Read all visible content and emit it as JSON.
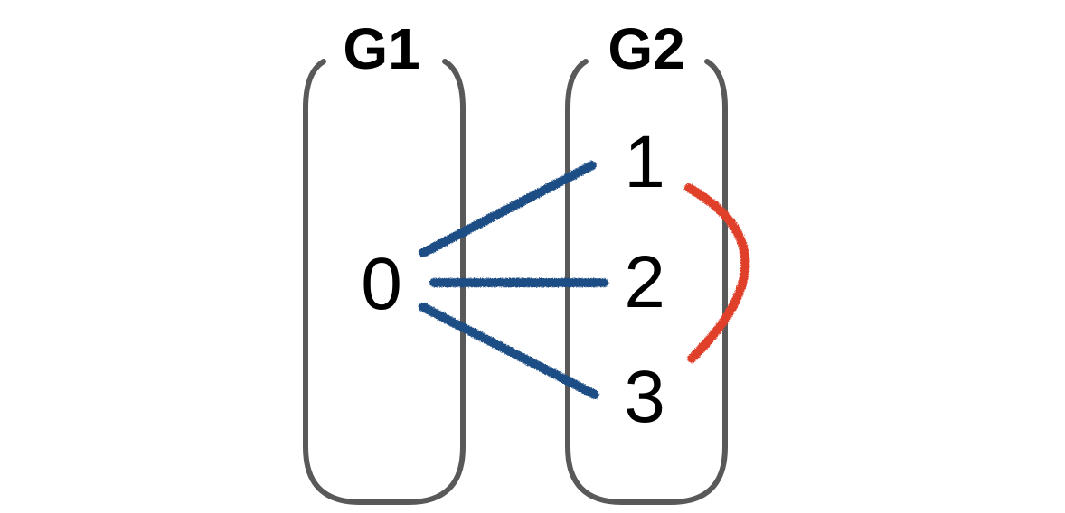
{
  "groups": {
    "g1": {
      "title": "G1",
      "nodes": [
        "0"
      ]
    },
    "g2": {
      "title": "G2",
      "nodes": [
        "1",
        "2",
        "3"
      ]
    }
  },
  "edges": [
    {
      "from": "0",
      "to": "1",
      "color": "#1f4e85"
    },
    {
      "from": "0",
      "to": "2",
      "color": "#1f4e85"
    },
    {
      "from": "0",
      "to": "3",
      "color": "#1f4e85"
    },
    {
      "from": "1",
      "to": "3",
      "color": "#e0402a"
    }
  ],
  "colors": {
    "group_border": "#595959",
    "inter_group_edge": "#1f4e85",
    "intra_group_edge": "#e0402a"
  }
}
